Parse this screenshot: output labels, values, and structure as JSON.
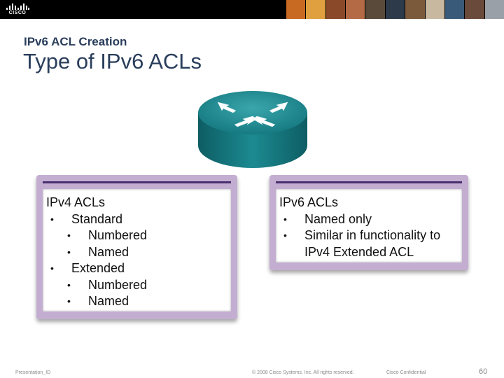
{
  "header": {
    "logo_text": "CISCO",
    "photo_colors": [
      "#c86a22",
      "#e0a040",
      "#8a4a2a",
      "#b46a44",
      "#5a4a3a",
      "#2d3a4a",
      "#7a5a3a",
      "#c8b8a0",
      "#3a5a7a",
      "#6a4a3a",
      "#9aa0a8"
    ]
  },
  "slide": {
    "section_title": "IPv6 ACL Creation",
    "page_title": "Type of IPv6 ACLs"
  },
  "ipv4_box": {
    "heading": "IPv4 ACLs",
    "items": [
      {
        "level": 1,
        "text": "Standard"
      },
      {
        "level": 2,
        "text": "Numbered"
      },
      {
        "level": 2,
        "text": "Named"
      },
      {
        "level": 1,
        "text": "Extended"
      },
      {
        "level": 2,
        "text": "Numbered"
      },
      {
        "level": 2,
        "text": "Named"
      }
    ]
  },
  "ipv6_box": {
    "heading": "IPv6 ACLs",
    "item1": "Named only",
    "item2_line1": "Similar in functionality to",
    "item2_line2": "IPv4 Extended ACL"
  },
  "footer": {
    "left": "Presentation_ID",
    "center": "© 2008 Cisco Systems, Inc. All rights reserved.",
    "confidential": "Cisco Confidential",
    "page_number": "60"
  },
  "colors": {
    "title": "#2a3e5c",
    "box_frame": "#c3aed1",
    "box_line": "#4a2e6e",
    "router_body": "#1c7f86"
  },
  "bullet": "•"
}
